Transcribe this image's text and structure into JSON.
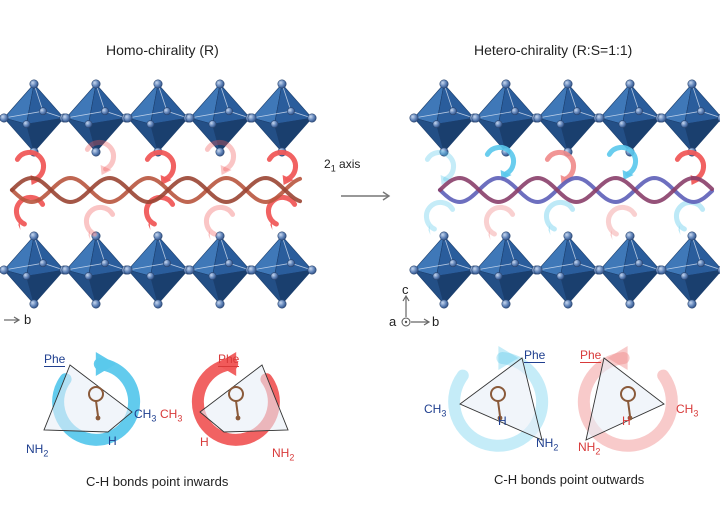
{
  "left_panel": {
    "title": "Homo-chirality (R)",
    "axis_b": "b",
    "motif_left": {
      "group": "Phe",
      "methyl": "CH3",
      "amine": "NH2",
      "hydrogen": "H"
    },
    "motif_right": {
      "group": "Phe",
      "methyl": "CH3",
      "amine": "NH2",
      "hydrogen": "H"
    },
    "caption": "C-H bonds point inwards"
  },
  "center": {
    "screw_axis_main": "2",
    "screw_axis_sub": "1",
    "screw_axis_rest": "axis"
  },
  "right_panel": {
    "title": "Hetero-chirality (R:S=1:1)",
    "axis_c": "c",
    "axis_a": "a",
    "axis_b": "b",
    "motif_left": {
      "group": "Phe",
      "methyl": "CH3",
      "amine": "NH2",
      "hydrogen": "H"
    },
    "motif_right": {
      "group": "Phe",
      "methyl": "CH3",
      "amine": "NH2",
      "hydrogen": "H"
    },
    "caption": "C-H bonds point outwards"
  },
  "colors": {
    "octahedron": "#2a5d9c",
    "octahedron_light": "#5a8fc8",
    "atom": "#4a6fa6",
    "homo_arrow": "#f05a5a",
    "hetero_arrow_red": "#f08a8a",
    "hetero_arrow_cyan": "#5ac8ec",
    "helix_red": "#b8553e",
    "helix_blue": "#5d5fb8"
  }
}
